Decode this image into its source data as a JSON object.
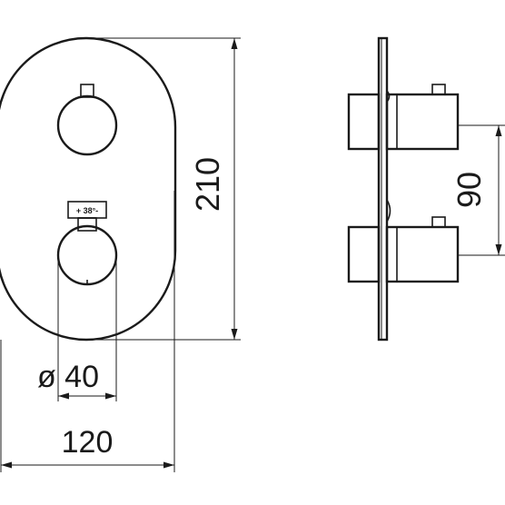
{
  "dimensions": {
    "plate_height": "210",
    "handle_spacing": "90",
    "knob_diameter": "ø 40",
    "plate_width": "120"
  },
  "temperature_indicator": {
    "label": "+ 38°-"
  }
}
